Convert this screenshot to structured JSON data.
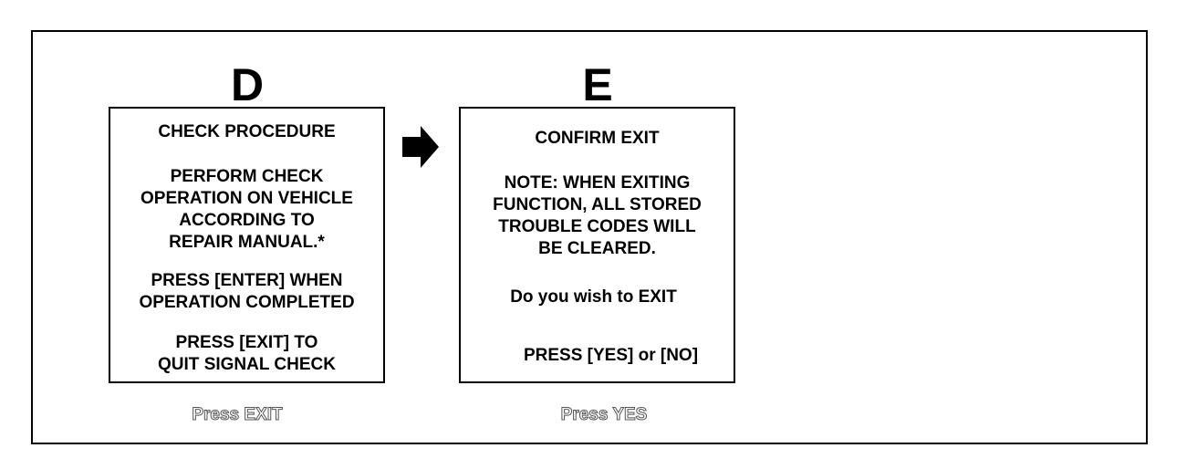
{
  "panels": [
    {
      "letter": "D",
      "title": "CHECK PROCEDURE",
      "body": [
        "PERFORM CHECK",
        "OPERATION ON VEHICLE",
        "ACCORDING TO",
        "REPAIR MANUAL.*"
      ],
      "instruction1": [
        "PRESS [ENTER] WHEN",
        "OPERATION COMPLETED"
      ],
      "instruction2": [
        "PRESS [EXIT] TO",
        "QUIT SIGNAL CHECK"
      ],
      "caption": "Press EXIT"
    },
    {
      "letter": "E",
      "title": "CONFIRM EXIT",
      "body": [
        "NOTE: WHEN EXITING",
        "FUNCTION, ALL STORED",
        "TROUBLE CODES WILL",
        "BE CLEARED."
      ],
      "question": "Do you wish to EXIT",
      "prompt": "PRESS [YES] or [NO]",
      "caption": "Press YES"
    }
  ],
  "arrow": {
    "icon": "right-arrow-icon",
    "color": "#000000"
  }
}
